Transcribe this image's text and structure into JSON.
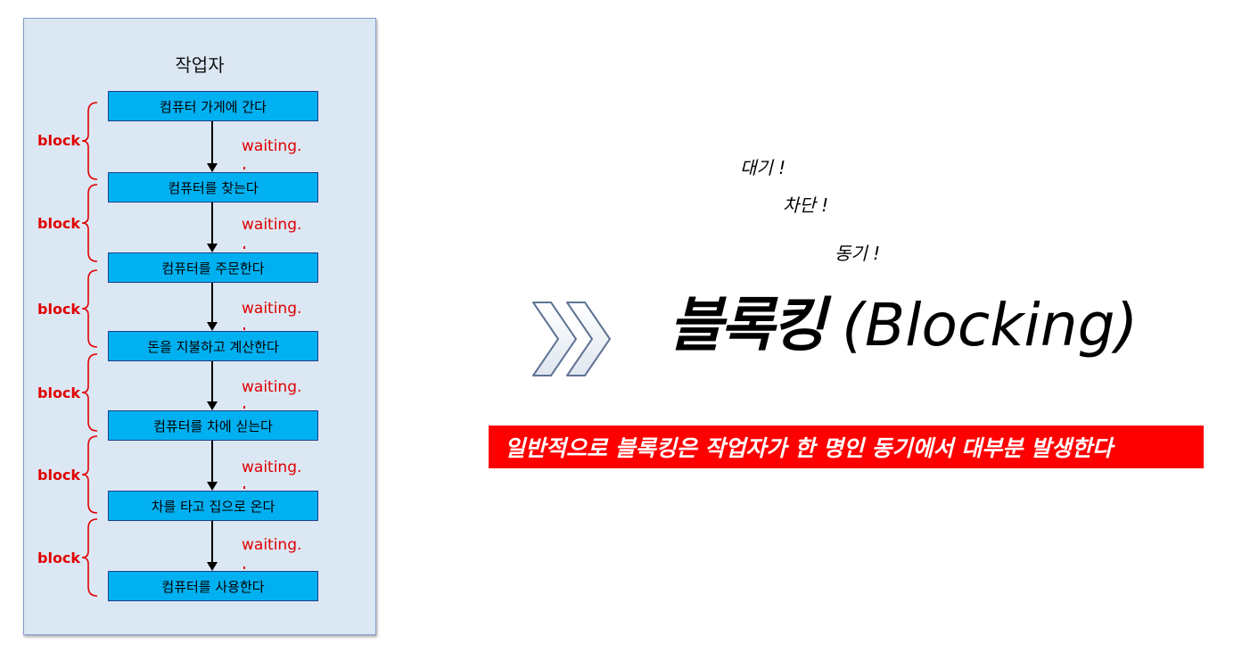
{
  "diagram": {
    "title": "작업자",
    "steps": [
      "컴퓨터 가게에 간다",
      "컴퓨터를 찾는다",
      "컴퓨터를 주문한다",
      "돈을 지불하고 계산한다",
      "컴퓨터를 차에 싣는다",
      "차를 타고 집으로 온다",
      "컴퓨터를 사용한다"
    ],
    "waiting_label": "waiting.",
    "block_label": "block"
  },
  "right": {
    "exclaims": [
      "대기 !",
      "차단 !",
      "동기 !"
    ],
    "heading_ko": "블록킹",
    "heading_en": "(Blocking)",
    "banner": "일반적으로 블록킹은 작업자가 한 명인 동기에서 대부분 발생한다"
  },
  "colors": {
    "panel_bg": "#dce7f4",
    "step_fill": "#00b0f0",
    "accent_red": "#ff0000",
    "text_red": "#e00000"
  }
}
